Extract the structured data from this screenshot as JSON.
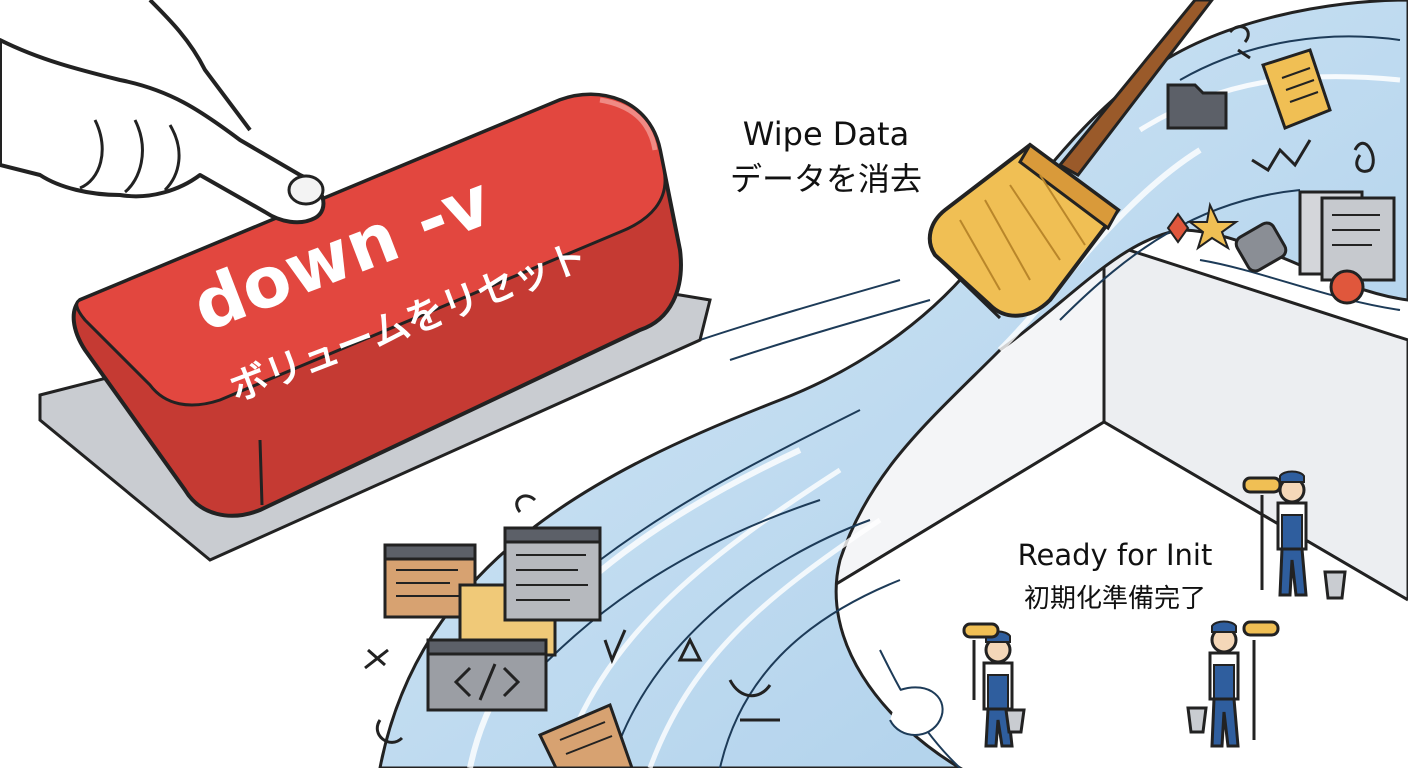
{
  "reset_button": {
    "command": "down -v",
    "caption": "ボリュームをリセット"
  },
  "wipe": {
    "label_en": "Wipe Data",
    "label_ja": "データを消去"
  },
  "ready": {
    "label_en": "Ready for Init",
    "label_ja": "初期化準備完了"
  },
  "colors": {
    "button_red": "#e2473f",
    "button_dark": "#c53a33",
    "water": "#bcdaf0",
    "broom_bristle": "#f0bf54",
    "broom_handle": "#9a5a2a",
    "worker_blue": "#2f5e9e",
    "room_wall": "#eceef1"
  },
  "icons": [
    "pointing-hand-icon",
    "broom-icon",
    "folder-icon",
    "code-file-icon",
    "document-icon",
    "paint-roller-icon",
    "bucket-icon"
  ]
}
